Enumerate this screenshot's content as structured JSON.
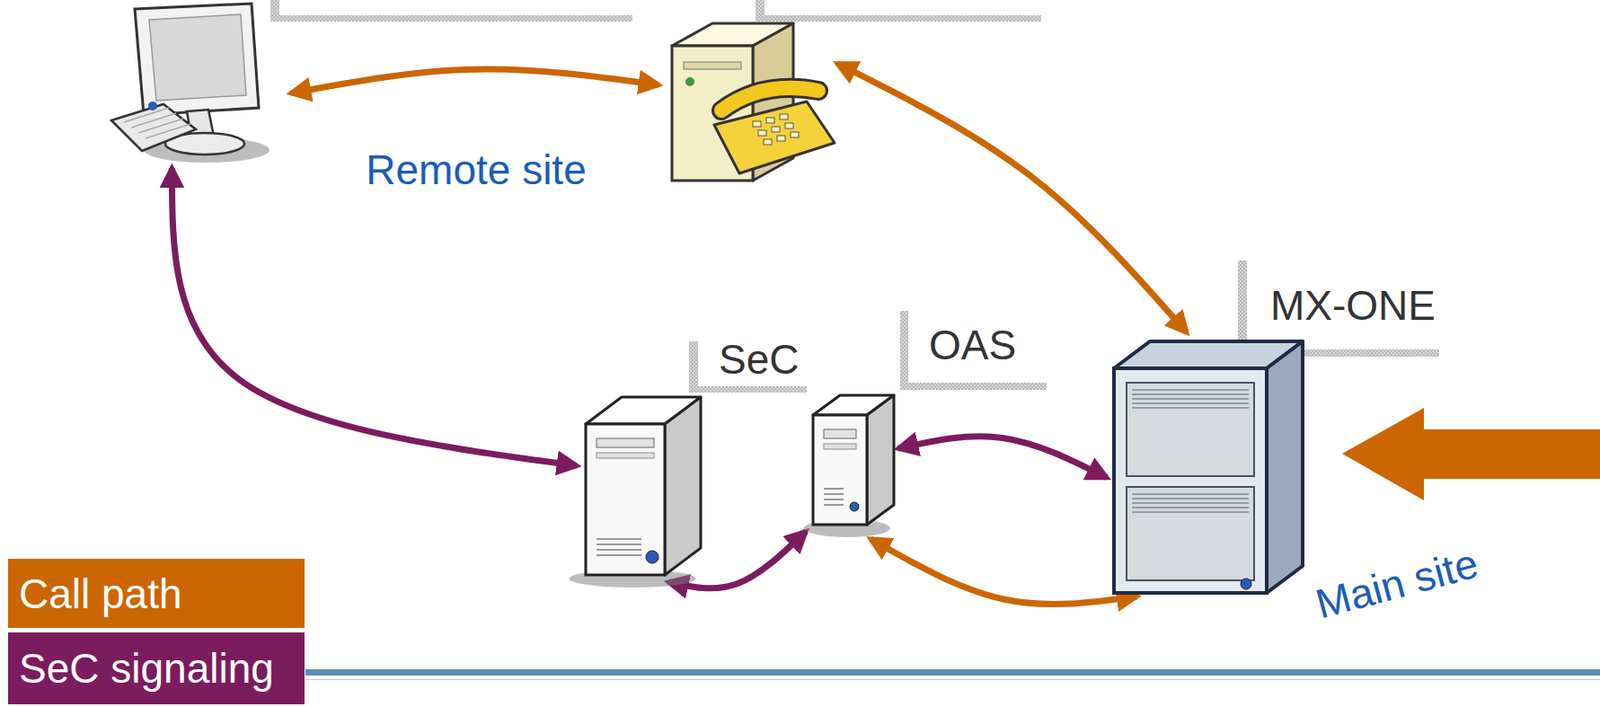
{
  "diagram": {
    "nodes": [
      {
        "text": [
          "Remote site"
        ]
      },
      {
        "text": [],
        "in": 0
      },
      {
        "text": [],
        "in": 0
      },
      {
        "text": [
          "Main site"
        ]
      },
      {
        "text": [
          "SeC"
        ],
        "in": 3
      },
      {
        "text": [
          "OAS"
        ],
        "in": 3
      },
      {
        "text": [
          "MX-ONE"
        ],
        "in": 3
      }
    ],
    "edges": [
      {
        "from": 1,
        "to": 2,
        "arrow": "both"
      },
      {
        "from": 2,
        "to": 6,
        "arrow": "both"
      },
      {
        "from": 1,
        "to": 4,
        "arrow": "both"
      },
      {
        "from": 5,
        "to": 6,
        "arrow": "both"
      },
      {
        "from": 5,
        "to": 6,
        "arrow": "both"
      },
      {
        "from": 4,
        "to": 5,
        "arrow": "both"
      }
    ],
    "legend": [
      {
        "text": "Call path",
        "color": "#cc6600"
      },
      {
        "text": "SeC signaling",
        "color": "#7b1c5e"
      }
    ]
  }
}
